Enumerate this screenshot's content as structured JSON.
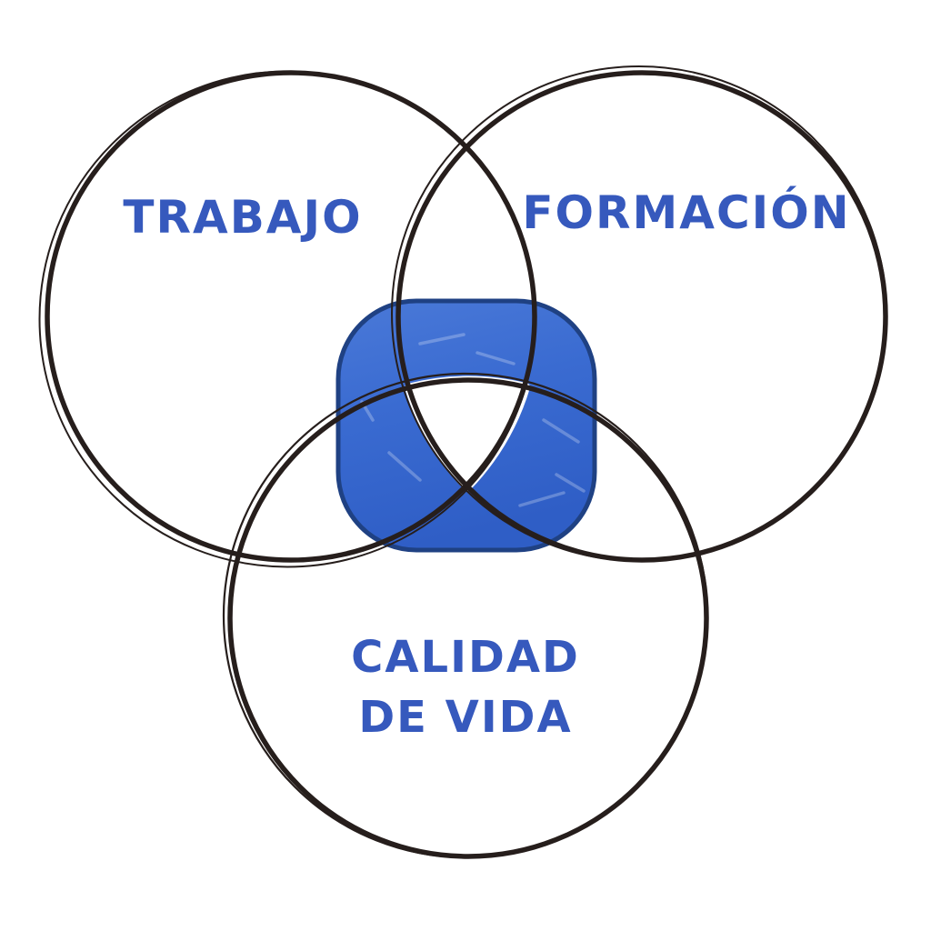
{
  "diagram": {
    "type": "venn-3-circles",
    "labels": {
      "trabajo": "TRABAJO",
      "formacion": "FORMACIÓN",
      "calidad_line1": "CALIDAD",
      "calidad_line2": "DE VIDA"
    },
    "colors": {
      "background": "#ffffff",
      "ink": "#261e1c",
      "label_text": "#3659bd",
      "intersection_fill_light": "#4a79d8",
      "intersection_fill_mid": "#3a6bd1",
      "intersection_fill_dark": "#2f5ec6",
      "intersection_border": "#1f4183",
      "triple_intersection_fill": "#ffffff"
    }
  }
}
